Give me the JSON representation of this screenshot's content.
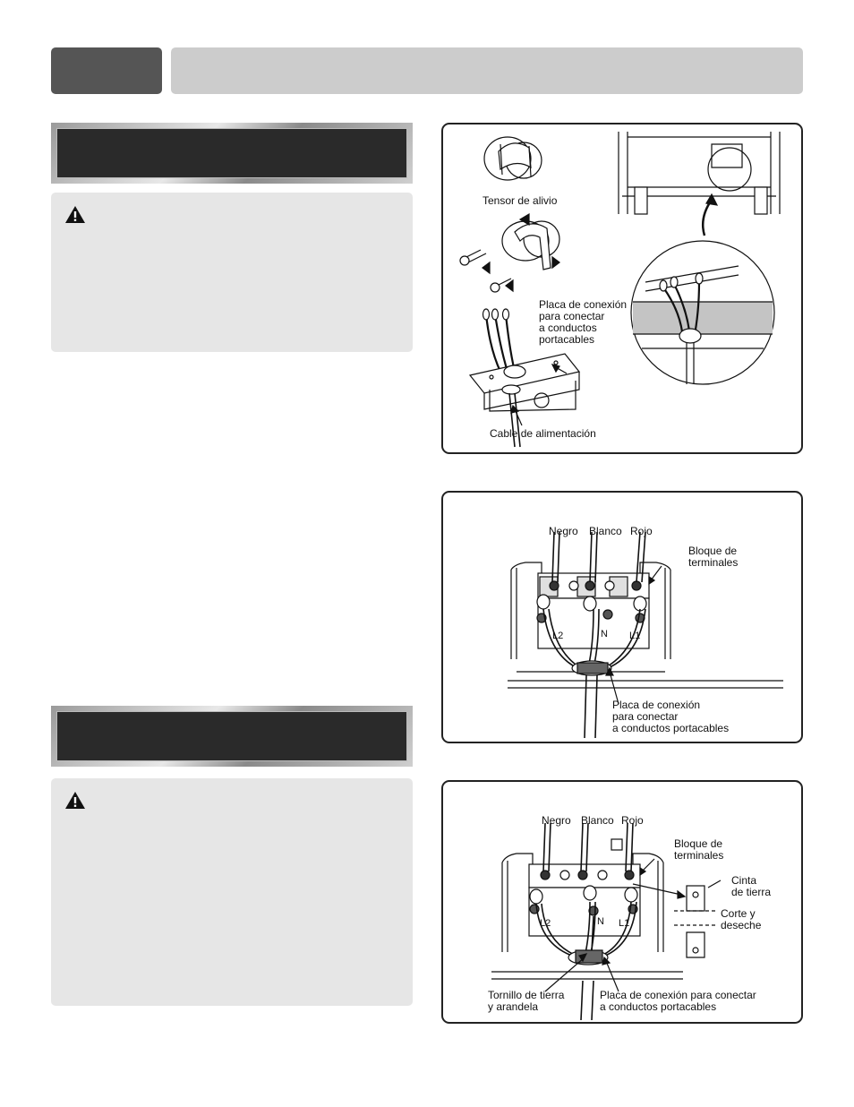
{
  "figure1": {
    "strain_relief": "Tensor de alivio",
    "plate_line1": "Placa de conexión",
    "plate_line2": "para conectar",
    "plate_line3": "a conductos",
    "plate_line4": "portacables",
    "power_cord": "Cable de alimentación"
  },
  "figure2": {
    "black": "Negro",
    "white": "Blanco",
    "red": "Rojo",
    "block_line1": "Bloque de",
    "block_line2": "terminales",
    "plate_line1": "Placa de conexión",
    "plate_line2": "para conectar",
    "plate_line3": "a conductos portacables",
    "t_l2": "L2",
    "t_n": "N",
    "t_l1": "L1"
  },
  "figure3": {
    "black": "Negro",
    "white": "Blanco",
    "red": "Rojo",
    "block_line1": "Bloque de",
    "block_line2": "terminales",
    "strap_line1": "Cinta",
    "strap_line2": "de tierra",
    "cut_line1": "Corte y",
    "cut_line2": "deseche",
    "screw_line1": "Tornillo de tierra",
    "screw_line2": "y arandela",
    "plate_line1": "Placa de conexión para conectar",
    "plate_line2": "a conductos portacables",
    "t_l2": "L2",
    "t_n": "N",
    "t_l1": "L1"
  },
  "colors": {
    "header_tab": "#555555",
    "header_bar": "#cccccc",
    "banner_fill": "#2a2a2a",
    "warning_box": "#e6e6e6"
  },
  "icons": [
    "warning-triangle-icon"
  ]
}
